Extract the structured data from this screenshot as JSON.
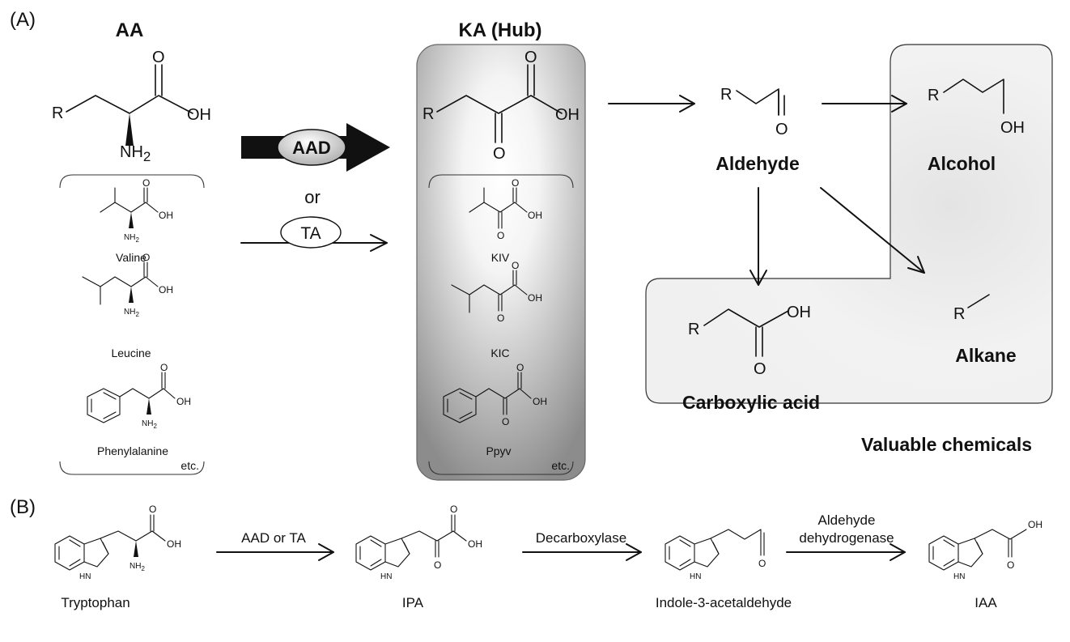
{
  "panel_a": {
    "label": "(A)",
    "aa_heading": "AA",
    "ka_heading": "KA (Hub)",
    "enzyme_main": "AAD",
    "or_text": "or",
    "enzyme_alt": "TA",
    "amino_acids": [
      {
        "name": "Valine"
      },
      {
        "name": "Leucine"
      },
      {
        "name": "Phenylalanine"
      }
    ],
    "aa_etc": "etc.",
    "keto_acids": [
      {
        "name": "KIV"
      },
      {
        "name": "KIC"
      },
      {
        "name": "Ppyv"
      }
    ],
    "ka_etc": "etc.",
    "products": {
      "aldehyde": "Aldehyde",
      "alcohol": "Alcohol",
      "alkane": "Alkane",
      "carboxylic_acid": "Carboxylic acid"
    },
    "valuable_label": "Valuable chemicals"
  },
  "panel_b": {
    "label": "(B)",
    "compounds": [
      {
        "name": "Tryptophan"
      },
      {
        "name": "IPA"
      },
      {
        "name": "Indole-3-acetaldehyde"
      },
      {
        "name": "IAA"
      }
    ],
    "enzymes": [
      {
        "name": "AAD or TA"
      },
      {
        "name": "Decarboxylase"
      },
      {
        "name_line1": "Aldehyde",
        "name_line2": "dehydrogenase"
      }
    ]
  },
  "atoms": {
    "r": "R",
    "o": "O",
    "oh": "OH",
    "nh2_main": "NH",
    "sub2": "2",
    "hn": "HN"
  },
  "colors": {
    "hub_edge": "#8a8a8a",
    "hub_center": "#ffffff",
    "valuable_fill": "#efefef",
    "ink": "#111111"
  }
}
